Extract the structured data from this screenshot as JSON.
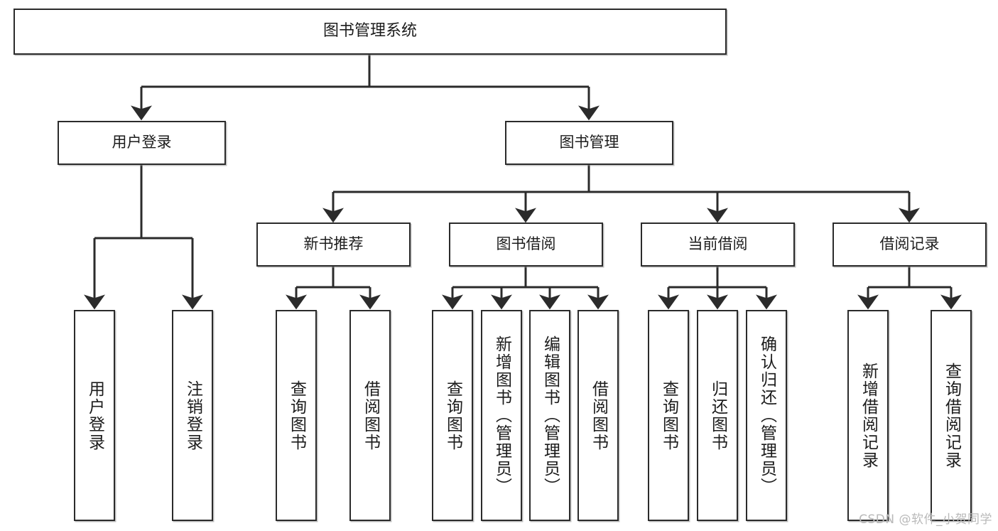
{
  "diagram": {
    "type": "tree-hierarchy-chart",
    "title": "图书管理系统",
    "stroke_color": "#2b2b2b",
    "box_fill": "#ffffff",
    "text_color": "#1c1c1c",
    "nodes": {
      "root": {
        "label": "图书管理系统"
      },
      "level1": [
        {
          "label": "用户登录"
        },
        {
          "label": "图书管理"
        }
      ],
      "level2": [
        {
          "label": "新书推荐"
        },
        {
          "label": "图书借阅"
        },
        {
          "label": "当前借阅"
        },
        {
          "label": "借阅记录"
        }
      ],
      "leaves": {
        "user_login": [
          {
            "label": "用户登录"
          },
          {
            "label": "注销登录"
          }
        ],
        "new_book_recommend": [
          {
            "label": "查询图书"
          },
          {
            "label": "借阅图书"
          }
        ],
        "book_borrow": [
          {
            "label": "查询图书"
          },
          {
            "label": "新增图书（管理员）"
          },
          {
            "label": "编辑图书（管理员）"
          },
          {
            "label": "借阅图书"
          }
        ],
        "current_borrow": [
          {
            "label": "查询图书"
          },
          {
            "label": "归还图书"
          },
          {
            "label": "确认归还（管理员）"
          }
        ],
        "borrow_record": [
          {
            "label": "新增借阅记录"
          },
          {
            "label": "查询借阅记录"
          }
        ]
      }
    }
  },
  "watermark": {
    "text": "CSDN @软件_小贺同学"
  }
}
